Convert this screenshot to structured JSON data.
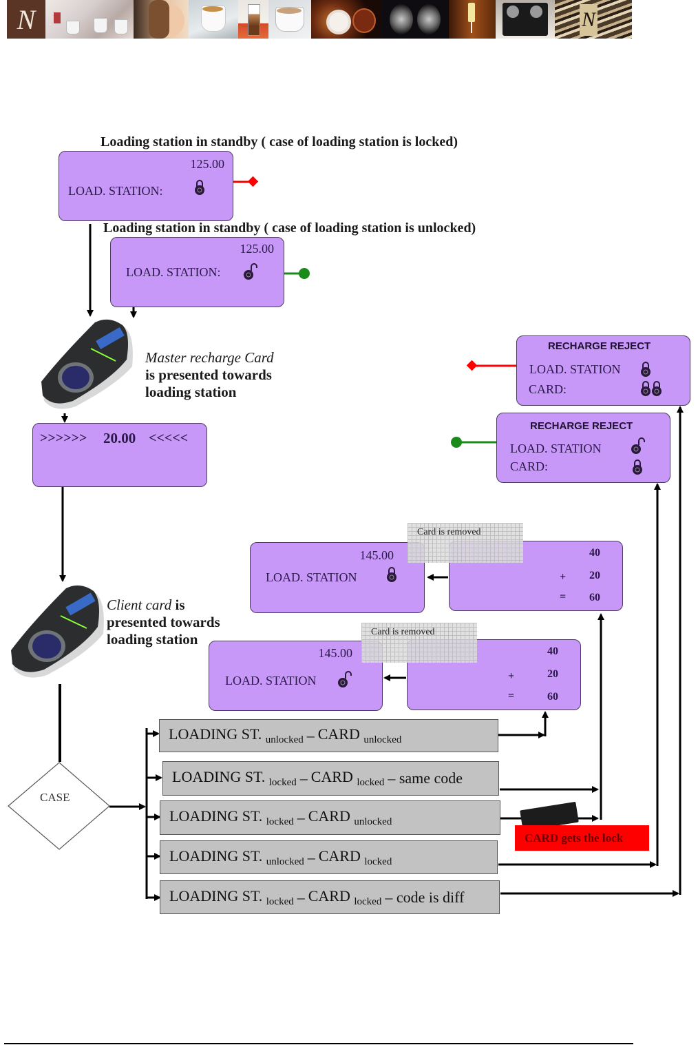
{
  "banner": {
    "tiles": [
      {
        "name": "brand-logo",
        "glyph": "N"
      },
      {
        "name": "cups-on-table-photo"
      },
      {
        "name": "call-center-agent-photo"
      },
      {
        "name": "espresso-cup-photo"
      },
      {
        "name": "latte-macchiato-photo"
      },
      {
        "name": "cappuccino-photo"
      },
      {
        "name": "coffee-cup-top-view-photo"
      },
      {
        "name": "coffee-machines-photo"
      },
      {
        "name": "champagne-photo"
      },
      {
        "name": "professional-machine-photo"
      },
      {
        "name": "brand-monogram-photo",
        "glyph": "N"
      }
    ]
  },
  "standby_locked": {
    "heading": "Loading station in standby ( case of loading station is locked)",
    "amount": "125.00",
    "label": "LOAD. STATION:",
    "lock_state": "locked",
    "connector_color": "#ff0000"
  },
  "standby_unlocked": {
    "heading": "Loading station in standby ( case of loading station is unlocked)",
    "amount": "125.00",
    "label": "LOAD. STATION:",
    "lock_state": "unlocked",
    "connector_color": "#008000"
  },
  "master_card": {
    "line1_italic": "Master recharge Card",
    "line2": "is presented towards",
    "line3": "loading station"
  },
  "recharge_display": {
    "left": ">>>>>>",
    "amount": "20.00",
    "right": "<<<<<"
  },
  "client_card": {
    "line1_italic": "Client card",
    "line1_rest": " is",
    "line2": "presented towards",
    "line3": "loading station"
  },
  "reject_locked": {
    "title": "RECHARGE REJECT",
    "station_label": "LOAD. STATION",
    "card_label": "CARD:",
    "station_lock": "locked",
    "card_lock": "double-locked",
    "connector_color": "#ff0000"
  },
  "reject_unlocked": {
    "title": "RECHARGE REJECT",
    "station_label": "LOAD. STATION",
    "card_label": "CARD:",
    "station_lock": "unlocked",
    "card_lock": "locked",
    "connector_color": "#008000"
  },
  "result_locked": {
    "amount": "145.00",
    "label": "LOAD. STATION",
    "lock_state": "locked",
    "note": "Card is removed",
    "calc": {
      "line1": "40",
      "op2": "+",
      "line2": "20",
      "op3": "=",
      "line3": "60"
    }
  },
  "result_unlocked": {
    "amount": "145.00",
    "label": "LOAD. STATION",
    "lock_state": "unlocked",
    "note": "Card is removed",
    "calc": {
      "line1": "40",
      "op2": "+",
      "line2": "20",
      "op3": "=",
      "line3": "60"
    }
  },
  "decision": {
    "label": "CASE"
  },
  "cases": [
    {
      "station": "LOADING ST.",
      "station_state": "unlocked",
      "dash": "–",
      "card": "CARD",
      "card_state": "unlocked",
      "extra": ""
    },
    {
      "station": "LOADING ST.",
      "station_state": "locked",
      "dash": "–",
      "card": "CARD",
      "card_state": "locked",
      "extra": "– same code"
    },
    {
      "station": "LOADING ST.",
      "station_state": "locked",
      "dash": "–",
      "card": "CARD",
      "card_state": "unlocked",
      "extra": ""
    },
    {
      "station": "LOADING ST.",
      "station_state": "unlocked",
      "dash": "–",
      "card": "CARD",
      "card_state": "locked",
      "extra": ""
    },
    {
      "station": "LOADING ST.",
      "station_state": "locked",
      "dash": "–",
      "card": "CARD",
      "card_state": "locked",
      "extra": "– code is diff"
    }
  ],
  "card_lock_note": {
    "label": "CARD gets the lock",
    "color": "#ff0000"
  },
  "colors": {
    "box_fill": "#c898f8",
    "case_fill": "#c2c2c2",
    "text": "#2a1a4a"
  }
}
